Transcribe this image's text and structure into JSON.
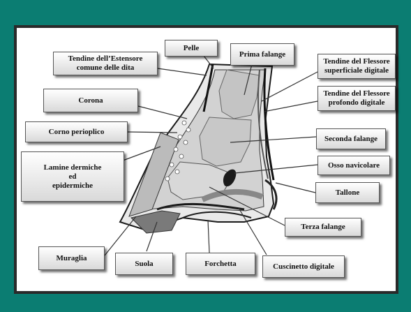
{
  "labels": {
    "pelle": "Pelle",
    "tendine_estensore": "Tendine dell’Estensore\ncomune delle dita",
    "prima_falange": "Prima falange",
    "tendine_flessore_superficiale": "Tendine del Flessore\nsuperficiale digitale",
    "tendine_flessore_profondo": "Tendine del Flessore\nprofondo digitale",
    "corona": "Corona",
    "corno_perioplico": "Corno perioplico",
    "seconda_falange": "Seconda falange",
    "lamine": "Lamine dermiche\ned\nepidermiche",
    "osso_navicolare": "Osso navicolare",
    "tallone": "Tallone",
    "terza_falange": "Terza falange",
    "muraglia": "Muraglia",
    "suola": "Suola",
    "forchetta": "Forchetta",
    "cuscinetto_digitale": "Cuscinetto digitale"
  },
  "colors": {
    "background": "#0b7d72",
    "panel": "#ffffff",
    "frame_border": "#2a2a2a"
  }
}
